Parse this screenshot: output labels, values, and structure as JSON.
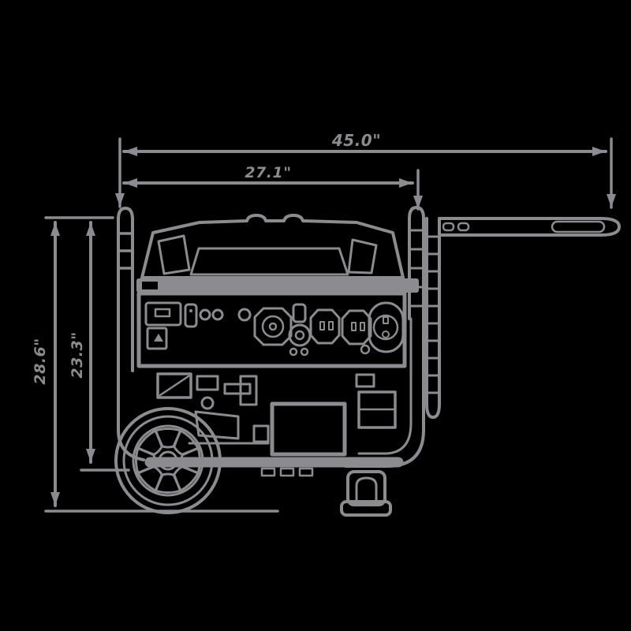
{
  "page": {
    "background_color": "#000000"
  },
  "diagram": {
    "type": "product-dimension-diagram",
    "subject": "Portable generator side-view line drawing with dimension callouts",
    "line_color": "#8b8b90",
    "dimensions": {
      "overall_length": {
        "label": "45.0\"",
        "orientation": "horizontal"
      },
      "body_length": {
        "label": "27.1\"",
        "orientation": "horizontal"
      },
      "overall_height": {
        "label": "28.6\"",
        "orientation": "vertical"
      },
      "frame_height": {
        "label": "23.3\"",
        "orientation": "vertical"
      }
    }
  }
}
